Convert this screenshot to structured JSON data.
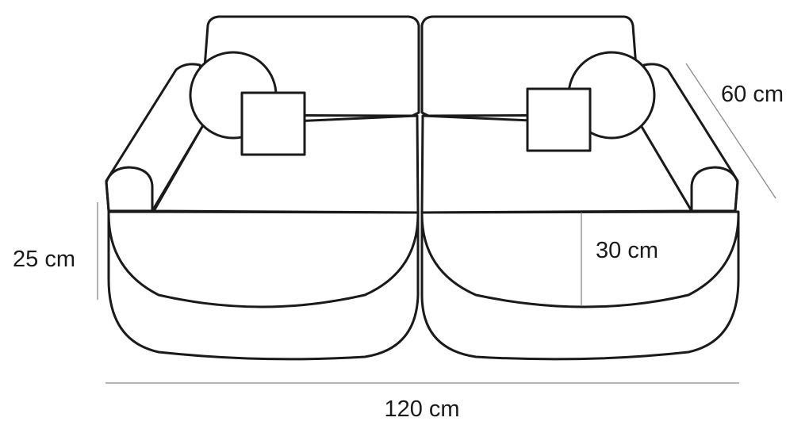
{
  "diagram": {
    "subject": "modular sofa outline drawing",
    "dimensions": {
      "depth": "60 cm",
      "seat_height": "25 cm",
      "cushion_height": "30 cm",
      "width": "120 cm"
    }
  },
  "colors": {
    "stroke": "#1a1a1a",
    "dimension_line": "#8a8a8a",
    "background": "#ffffff"
  }
}
